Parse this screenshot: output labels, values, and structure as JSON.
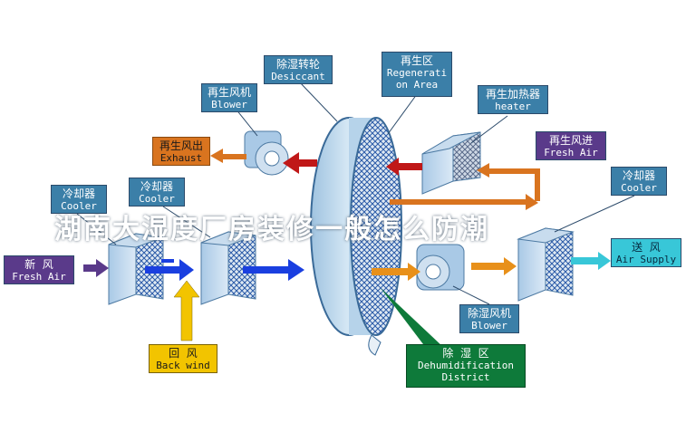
{
  "labels": {
    "desiccant": {
      "zh": "除湿转轮",
      "en": "Desiccant"
    },
    "regeneration_area": {
      "zh": "再生区",
      "en": "Regenerati\non Area"
    },
    "regen_blower": {
      "zh": "再生风机",
      "en": "Blower"
    },
    "regen_heater": {
      "zh": "再生加热器",
      "en": "heater"
    },
    "exhaust": {
      "zh": "再生风出",
      "en": "Exhaust"
    },
    "regen_fresh_air": {
      "zh": "再生风进",
      "en": "Fresh Air"
    },
    "cooler_1": {
      "zh": "冷却器",
      "en": "Cooler"
    },
    "cooler_2": {
      "zh": "冷却器",
      "en": "Cooler"
    },
    "cooler_3": {
      "zh": "冷却器",
      "en": "Cooler"
    },
    "fresh_air": {
      "zh": "新  风",
      "en": "Fresh Air"
    },
    "air_supply": {
      "zh": "送  风",
      "en": "Air Supply"
    },
    "back_wind": {
      "zh": "回  风",
      "en": "Back wind"
    },
    "process_blower": {
      "zh": "除湿风机",
      "en": "Blower"
    },
    "dehumidification": {
      "zh": "除  湿  区",
      "en": "Dehumidification\nDistrict"
    }
  },
  "overlay_text": "湖南大湿度厂房装修一般怎么防潮",
  "colors": {
    "label_blue": "#3b7fa8",
    "exhaust_orange": "#d9741f",
    "regen_purple": "#5a3a8a",
    "supply_cyan": "#38c7d8",
    "return_yellow": "#f2c400",
    "dehumid_green": "#0e7a3a",
    "arrow_blue": "#1a3fe0",
    "arrow_red": "#c01818",
    "arrow_orange": "#e8901a"
  }
}
